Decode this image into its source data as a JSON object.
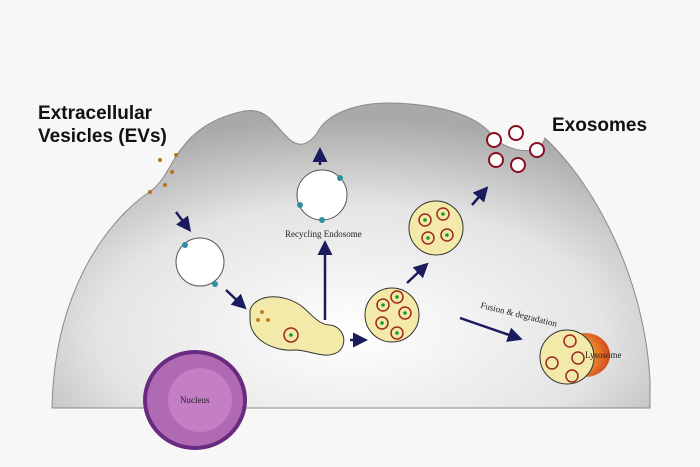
{
  "labels": {
    "evs_line1": "Extracellular",
    "evs_line2": "Vesicles (EVs)",
    "exosomes": "Exosomes",
    "recycling_endosome": "Recycling Endosome",
    "fusion": "Fusion & degradation",
    "lysosome": "Lysosome",
    "nucleus": "Nucleus"
  },
  "colors": {
    "arrow": "#1a1a5e",
    "vesicle_fill": "#f3e9a8",
    "marker": "#2e8fa0",
    "lysosome": "#e8a020",
    "nucleus": "#9a4a9e"
  }
}
